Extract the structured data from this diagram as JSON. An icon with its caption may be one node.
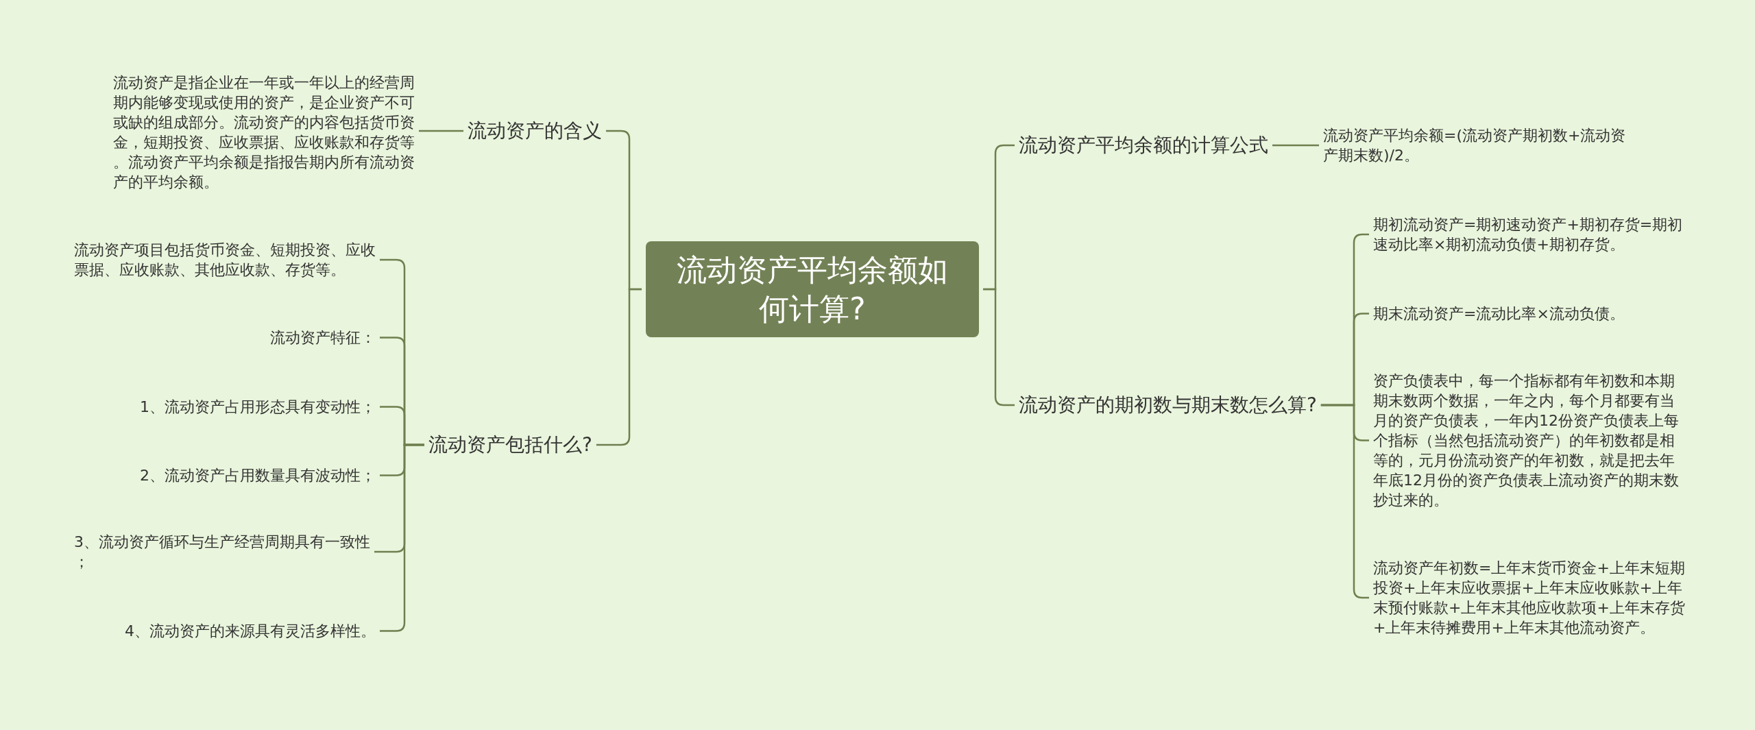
{
  "diagram": {
    "nodes": [
      {
        "text": [
          "流动资产平均余额如何计算?"
        ]
      },
      {
        "text": [
          "流动资产的含义"
        ]
      },
      {
        "text": [
          "流动资产是指企业在一年或一年以上的经营周期内能够变现或使用的资产，是企业资产不可或缺的组成部分。流动资产的内容包括货币资金，短期投资、应收票据、应收账款和存货等。流动资产平均余额是指报告期内所有流动资产的平均余额。"
        ]
      },
      {
        "text": [
          "流动资产包括什么?"
        ]
      },
      {
        "text": [
          "流动资产项目包括货币资金、短期投资、应收票据、应收账款、其他应收款、存货等。"
        ]
      },
      {
        "text": [
          "流动资产特征："
        ]
      },
      {
        "text": [
          "1、流动资产占用形态具有变动性；"
        ]
      },
      {
        "text": [
          "2、流动资产占用数量具有波动性；"
        ]
      },
      {
        "text": [
          "3、流动资产循环与生产经营周期具有一致性；"
        ]
      },
      {
        "text": [
          "4、流动资产的来源具有灵活多样性。"
        ]
      },
      {
        "text": [
          "流动资产平均余额的计算公式"
        ]
      },
      {
        "text": [
          "流动资产平均余额=(流动资产期初数+流动资产期末数)/2。"
        ]
      },
      {
        "text": [
          "流动资产的期初数与期末数怎么算?"
        ]
      },
      {
        "text": [
          "期初流动资产=期初速动资产+期初存货=期初速动比率×期初流动负债+期初存货。"
        ]
      },
      {
        "text": [
          "期末流动资产=流动比率×流动负债。"
        ]
      },
      {
        "text": [
          "资产负债表中，每一个指标都有年初数和本期期末数两个数据，一年之内，每个月都要有当月的资产负债表，一年内12份资产负债表上每个指标（当然包括流动资产）的年初数都是相等的，元月份流动资产的年初数，就是把去年年底12月份的资产负债表上流动资产的期末数抄过来的。"
        ]
      },
      {
        "text": [
          "流动资产年初数=上年末货币资金+上年末短期投资+上年末应收票据+上年末应收账款+上年末预付账款+上年末其他应收款项+上年末存货+上年末待摊费用+上年末其他流动资产。"
        ]
      }
    ],
    "edges": [
      {
        "from": 0,
        "to": 1,
        "arrow": "none"
      },
      {
        "from": 1,
        "to": 2,
        "arrow": "none"
      },
      {
        "from": 0,
        "to": 3,
        "arrow": "none"
      },
      {
        "from": 3,
        "to": 4,
        "arrow": "none"
      },
      {
        "from": 3,
        "to": 5,
        "arrow": "none"
      },
      {
        "from": 3,
        "to": 6,
        "arrow": "none"
      },
      {
        "from": 3,
        "to": 7,
        "arrow": "none"
      },
      {
        "from": 3,
        "to": 8,
        "arrow": "none"
      },
      {
        "from": 3,
        "to": 9,
        "arrow": "none"
      },
      {
        "from": 0,
        "to": 10,
        "arrow": "none"
      },
      {
        "from": 10,
        "to": 11,
        "arrow": "none"
      },
      {
        "from": 0,
        "to": 12,
        "arrow": "none"
      },
      {
        "from": 12,
        "to": 13,
        "arrow": "none"
      },
      {
        "from": 12,
        "to": 14,
        "arrow": "none"
      },
      {
        "from": 12,
        "to": 15,
        "arrow": "none"
      },
      {
        "from": 12,
        "to": 16,
        "arrow": "none"
      }
    ]
  }
}
